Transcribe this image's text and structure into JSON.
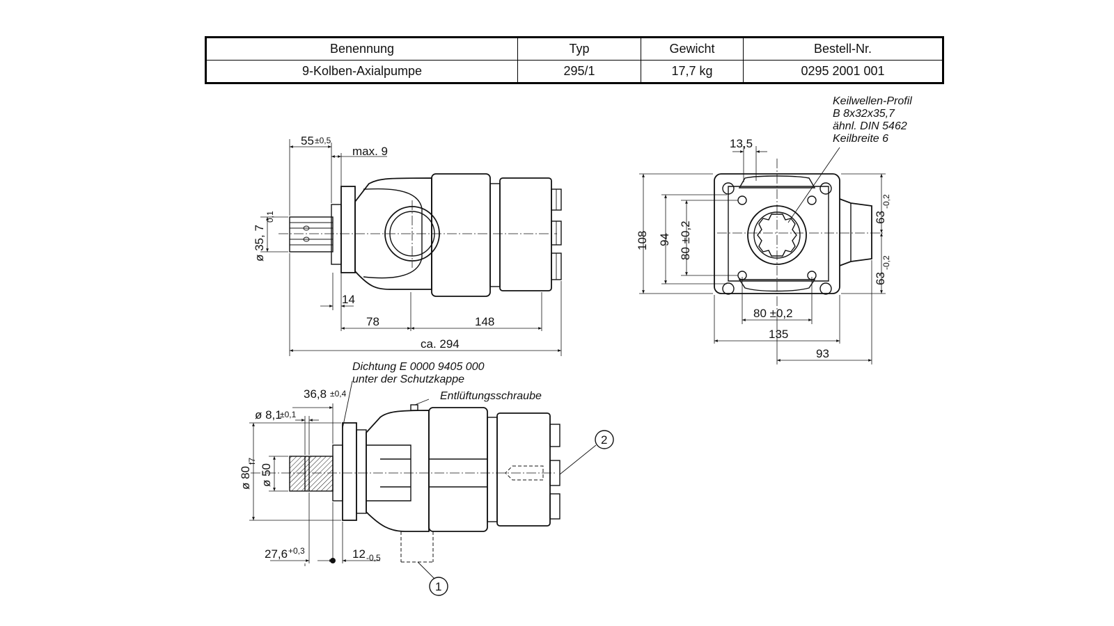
{
  "table": {
    "headers": [
      "Benennung",
      "Typ",
      "Gewicht",
      "Bestell-Nr."
    ],
    "row": [
      "9-Kolben-Axialpumpe",
      "295/1",
      "17,7 kg",
      "0295 2001 001"
    ]
  },
  "dimensions": {
    "d55": "55",
    "d55_tol": "±0,5",
    "max9": "max. 9",
    "d357": "ø 35, 7",
    "d357_tol": "0,1",
    "d14": "14",
    "d78": "78",
    "d148": "148",
    "d294": "ca. 294",
    "d135w": "13,5",
    "d108": "108",
    "d94": "94",
    "d80v": "80 ±0,2",
    "d80h": "80 ±0,2",
    "d135": "135",
    "d93": "93",
    "d63a": "63",
    "d63a_tol": "-0,2",
    "d63b": "63",
    "d63b_tol": "-0,2",
    "d368": "36,8",
    "d368_tol": "±0,4",
    "d81": "ø 8,1",
    "d81_tol": "±0,1",
    "d80f": "ø 80",
    "d80f_tol": "f7",
    "d50": "ø 50",
    "d276": "27,6",
    "d276_tol": "+0,3",
    "d12": "12",
    "d12_tol": "-0,5"
  },
  "notes": {
    "keil1": "Keilwellen-Profil",
    "keil2": "B 8x32x35,7",
    "keil3": "ähnl. DIN 5462",
    "keil4": "Keilbreite 6",
    "dicht1": "Dichtung E 0000 9405 000",
    "dicht2": "unter der Schutzkappe",
    "entl": "Entlüftungsschraube",
    "callout1": "1",
    "callout2": "2"
  }
}
